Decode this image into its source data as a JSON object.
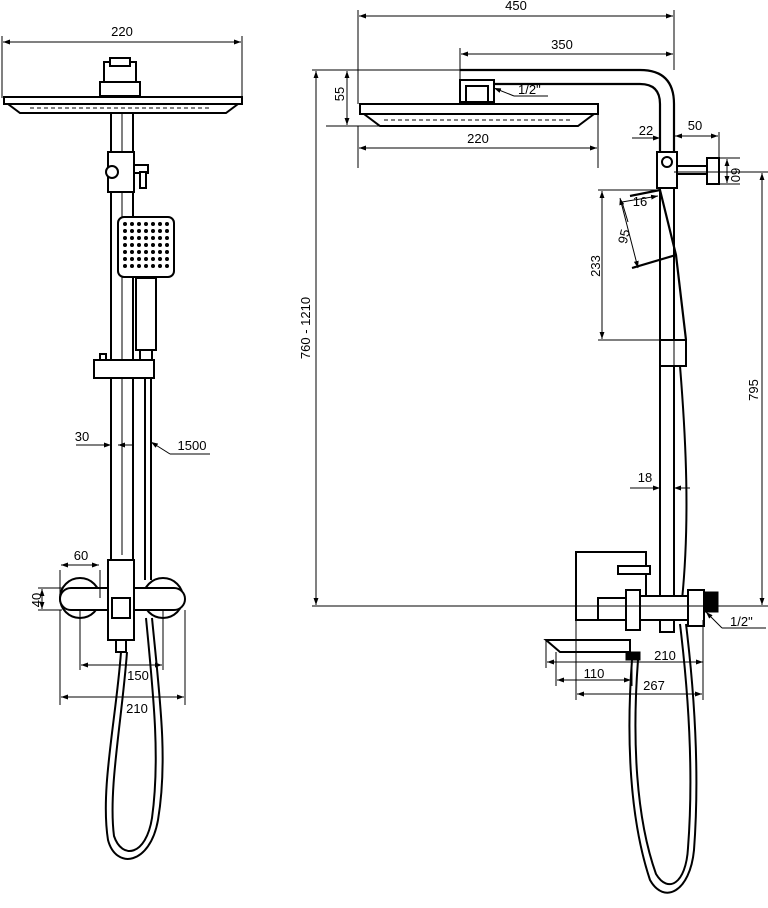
{
  "front_view": {
    "dims": {
      "head_width": "220",
      "rail_width": "30",
      "hose_length": "1500",
      "escutcheon_width": "60",
      "escutcheon_height": "40",
      "inlet_spacing": "150",
      "mixer_width": "210"
    }
  },
  "side_view": {
    "dims": {
      "total_reach": "450",
      "arm_reach": "350",
      "head_height": "55",
      "thread_top": "1/2\"",
      "head_width": "220",
      "pipe_offset": "22",
      "bracket_depth": "50",
      "bracket_height": "60",
      "holder_angle_len": "16",
      "handshower_len": "95",
      "holder_span": "233",
      "height_range": "760 - 1210",
      "upper_rail": "795",
      "rail_diameter": "18",
      "thread_bottom": "1/2\"",
      "spout_depth": "210",
      "spout_reach": "110",
      "mixer_depth": "267"
    }
  }
}
